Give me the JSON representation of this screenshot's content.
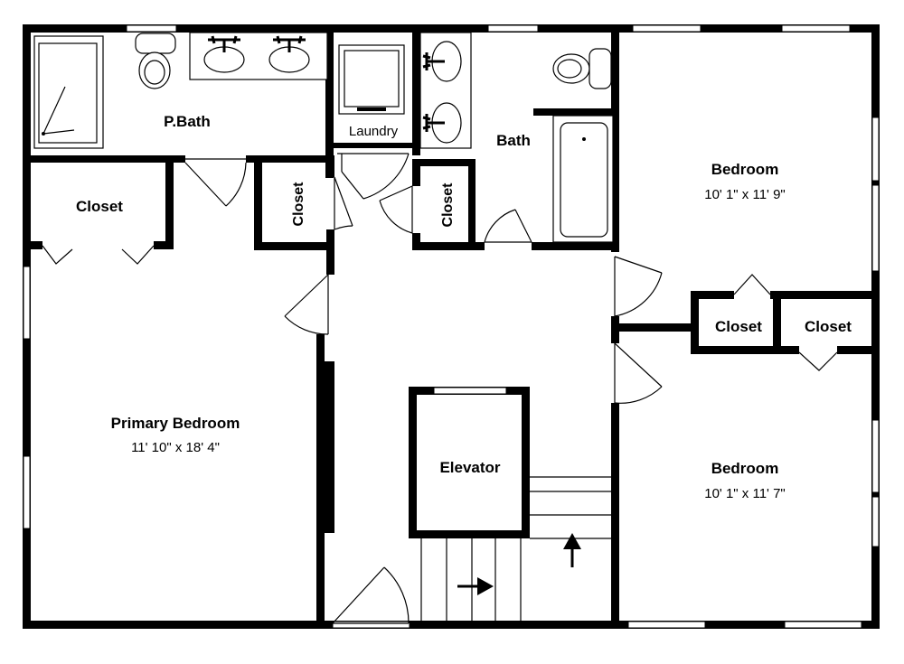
{
  "rooms": {
    "primary_bath": "P.Bath",
    "laundry": "Laundry",
    "bath": "Bath",
    "closet_primary": "Closet",
    "closet_hall_1": "Closet",
    "closet_hall_2": "Closet",
    "bedroom_1": {
      "name": "Bedroom",
      "size": "10' 1\" x 11' 9\""
    },
    "closet_bed_1": "Closet",
    "closet_bed_2": "Closet",
    "primary_bedroom": {
      "name": "Primary Bedroom",
      "size": "11' 10\" x 18' 4\""
    },
    "elevator": "Elevator",
    "bedroom_2": {
      "name": "Bedroom",
      "size": "10' 1\" x 11' 7\""
    }
  }
}
